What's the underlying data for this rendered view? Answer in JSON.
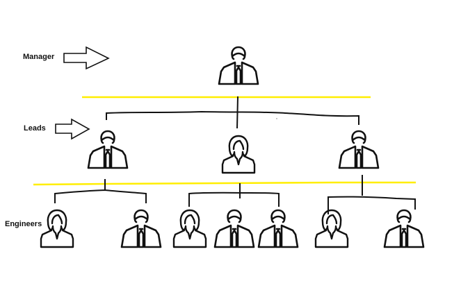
{
  "diagram": {
    "type": "org-chart",
    "levels": [
      {
        "label": "Manager",
        "members": [
          {
            "role": "manager",
            "gender": "male"
          }
        ]
      },
      {
        "label": "Leads",
        "members": [
          {
            "role": "lead",
            "gender": "male"
          },
          {
            "role": "lead",
            "gender": "female"
          },
          {
            "role": "lead",
            "gender": "male"
          }
        ]
      },
      {
        "label": "Engineers",
        "members": [
          {
            "role": "engineer",
            "gender": "female",
            "reports_to": 0
          },
          {
            "role": "engineer",
            "gender": "male",
            "reports_to": 0
          },
          {
            "role": "engineer",
            "gender": "female",
            "reports_to": 1
          },
          {
            "role": "engineer",
            "gender": "male",
            "reports_to": 1
          },
          {
            "role": "engineer",
            "gender": "male",
            "reports_to": 1
          },
          {
            "role": "engineer",
            "gender": "female",
            "reports_to": 2
          },
          {
            "role": "engineer",
            "gender": "male",
            "reports_to": 2
          }
        ]
      }
    ],
    "colors": {
      "separator": "#ffee00",
      "stroke": "#111111",
      "background": "#ffffff"
    }
  }
}
